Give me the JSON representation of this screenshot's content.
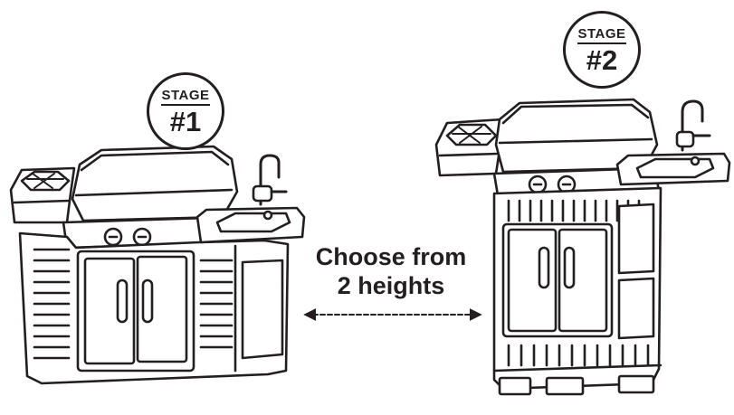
{
  "stage1": {
    "label": "STAGE",
    "number": "#1"
  },
  "stage2": {
    "label": "STAGE",
    "number": "#2"
  },
  "caption": {
    "line1": "Choose from",
    "line2": "2 heights"
  }
}
